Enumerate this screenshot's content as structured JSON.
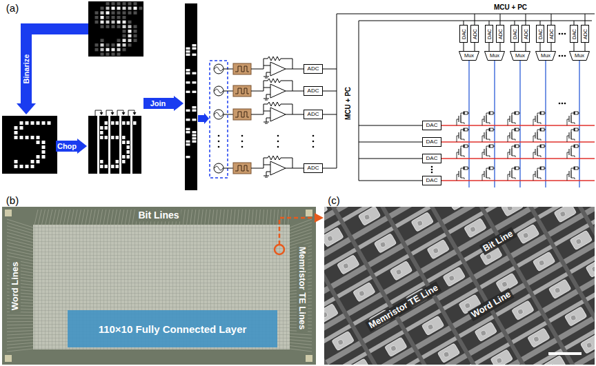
{
  "diagram": {
    "nodes": [
      {
        "text": [
          "DAC"
        ]
      },
      {
        "text": [
          "ADC"
        ]
      },
      {
        "text": [
          "DAC"
        ]
      },
      {
        "text": [
          "ADC"
        ]
      },
      {
        "text": [
          "DAC"
        ]
      },
      {
        "text": [
          "ADC"
        ]
      },
      {
        "text": [
          "DAC"
        ]
      },
      {
        "text": [
          "ADC"
        ]
      },
      {
        "text": [
          "DAC"
        ]
      },
      {
        "text": [
          "ADC"
        ]
      },
      {
        "text": [
          "Mux"
        ]
      },
      {
        "text": [
          "Mux"
        ]
      },
      {
        "text": [
          "Mux"
        ]
      },
      {
        "text": [
          "Mux"
        ]
      },
      {
        "text": [
          "Mux"
        ]
      },
      {
        "text": [
          "ADC"
        ]
      },
      {
        "text": [
          "ADC"
        ]
      },
      {
        "text": [
          "ADC"
        ]
      },
      {
        "text": [
          "ADC"
        ]
      },
      {
        "text": [
          "DAC"
        ]
      },
      {
        "text": [
          "DAC"
        ]
      },
      {
        "text": [
          "DAC"
        ]
      },
      {
        "text": [
          "DAC"
        ]
      },
      {
        "text": [
          "110×10 Fully Connected Layer"
        ]
      }
    ],
    "edges": [
      {
        "from": 0,
        "to": 10,
        "arrow": "none"
      },
      {
        "from": 1,
        "to": 10,
        "arrow": "none"
      },
      {
        "from": 2,
        "to": 11,
        "arrow": "none"
      },
      {
        "from": 3,
        "to": 11,
        "arrow": "none"
      },
      {
        "from": 4,
        "to": 12,
        "arrow": "none"
      },
      {
        "from": 5,
        "to": 12,
        "arrow": "none"
      },
      {
        "from": 6,
        "to": 13,
        "arrow": "none"
      },
      {
        "from": 7,
        "to": 13,
        "arrow": "none"
      },
      {
        "from": 8,
        "to": 14,
        "arrow": "none"
      },
      {
        "from": 9,
        "to": 14,
        "arrow": "none"
      }
    ],
    "labels": [
      "(a)",
      "Binarize",
      "Chop",
      "Join",
      "MCU + PC",
      "MCU + PC",
      "(b)",
      "Bit Lines",
      "Word Lines",
      "Memristor TE Lines",
      "(c)",
      "Bit Line",
      "Memristor TE Line",
      "Word Line"
    ]
  }
}
